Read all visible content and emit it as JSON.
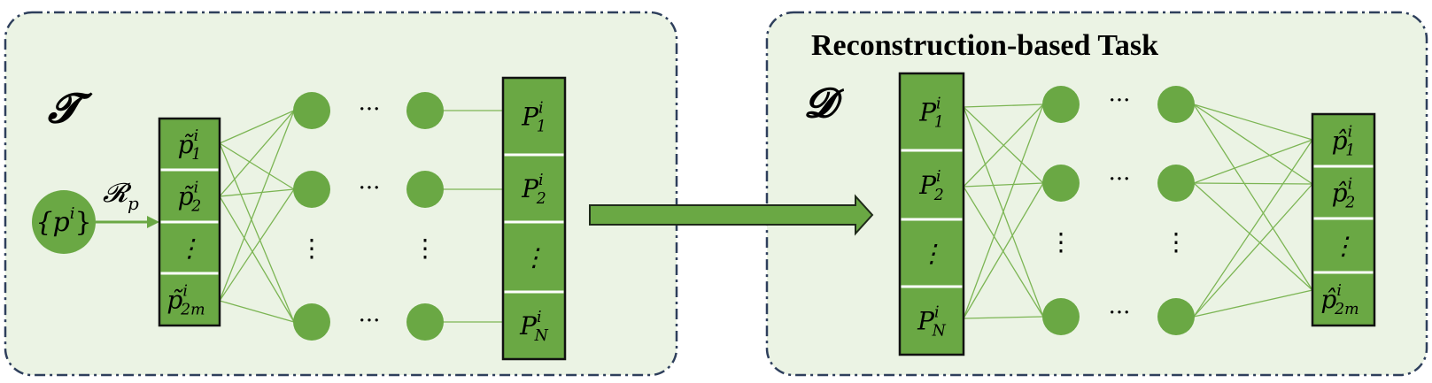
{
  "colors": {
    "panel_fill": "#ebf3e4",
    "panel_border": "#2e3f5c",
    "node_fill": "#6aa844",
    "cell_fill": "#6aa844",
    "edge": "#7cb554",
    "arrow_fill": "#6aa844"
  },
  "encoder": {
    "symbol": "𝓣",
    "input_set": "{p",
    "input_set_sup": "i",
    "input_set_close": "}",
    "op_label": "𝓡",
    "op_sub": "p",
    "input_cells": [
      {
        "base": "p̃",
        "sub": "1",
        "sup": "i"
      },
      {
        "base": "p̃",
        "sub": "2",
        "sup": "i"
      },
      {
        "base": "⋮",
        "sub": "",
        "sup": ""
      },
      {
        "base": "p̃",
        "sub": "2m",
        "sup": "i"
      }
    ],
    "output_cells": [
      {
        "base": "P",
        "sub": "1",
        "sup": "i"
      },
      {
        "base": "P",
        "sub": "2",
        "sup": "i"
      },
      {
        "base": "⋮",
        "sub": "",
        "sup": ""
      },
      {
        "base": "P",
        "sub": "N",
        "sup": "i"
      }
    ],
    "hdots": "···",
    "vdots": "⋮"
  },
  "decoder": {
    "title": "Reconstruction-based Task",
    "symbol": "𝓓",
    "input_cells": [
      {
        "base": "P",
        "sub": "1",
        "sup": "i"
      },
      {
        "base": "P",
        "sub": "2",
        "sup": "i"
      },
      {
        "base": "⋮",
        "sub": "",
        "sup": ""
      },
      {
        "base": "P",
        "sub": "N",
        "sup": "i"
      }
    ],
    "output_cells": [
      {
        "base": "p̂",
        "sub": "1",
        "sup": "i"
      },
      {
        "base": "p̂",
        "sub": "2",
        "sup": "i"
      },
      {
        "base": "⋮",
        "sub": "",
        "sup": ""
      },
      {
        "base": "p̂",
        "sub": "2m",
        "sup": "i"
      }
    ],
    "hdots": "···",
    "vdots": "⋮"
  }
}
